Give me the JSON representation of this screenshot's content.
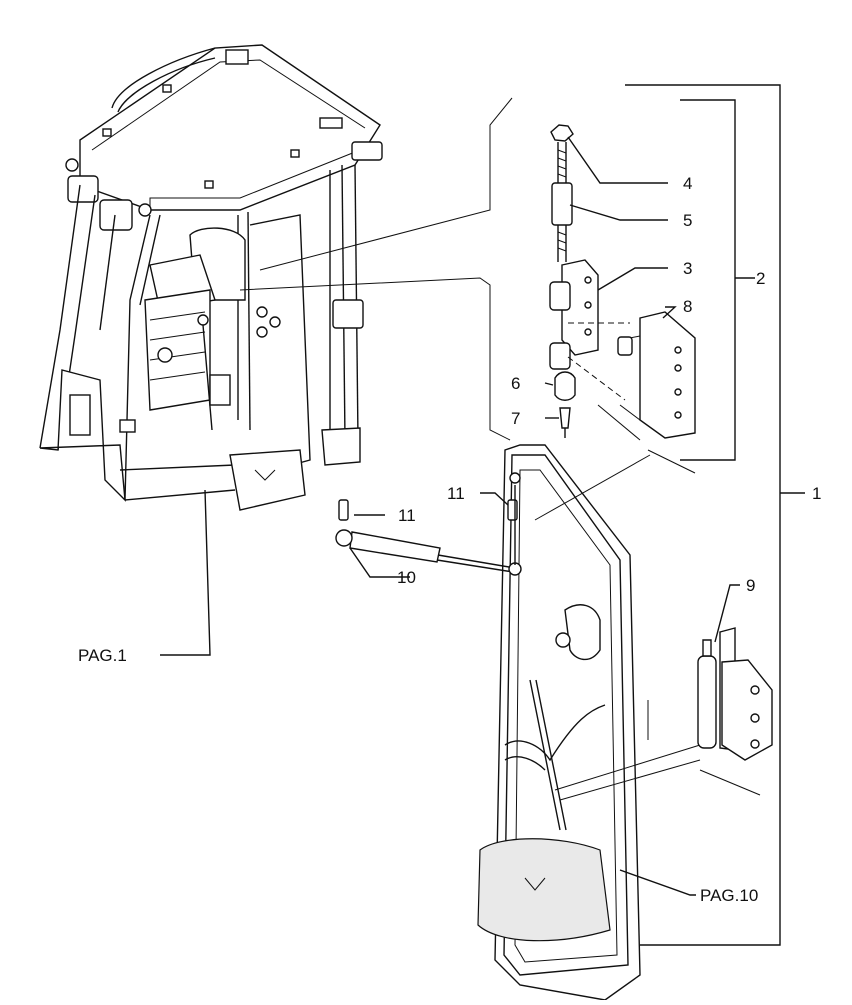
{
  "callouts": {
    "c1": "1",
    "c2": "2",
    "c3": "3",
    "c4": "4",
    "c5": "5",
    "c6": "6",
    "c7": "7",
    "c8": "8",
    "c9": "9",
    "c10": "10",
    "c11a": "11",
    "c11b": "11"
  },
  "page_refs": {
    "pag1": "PAG.1",
    "pag10": "PAG.10"
  }
}
